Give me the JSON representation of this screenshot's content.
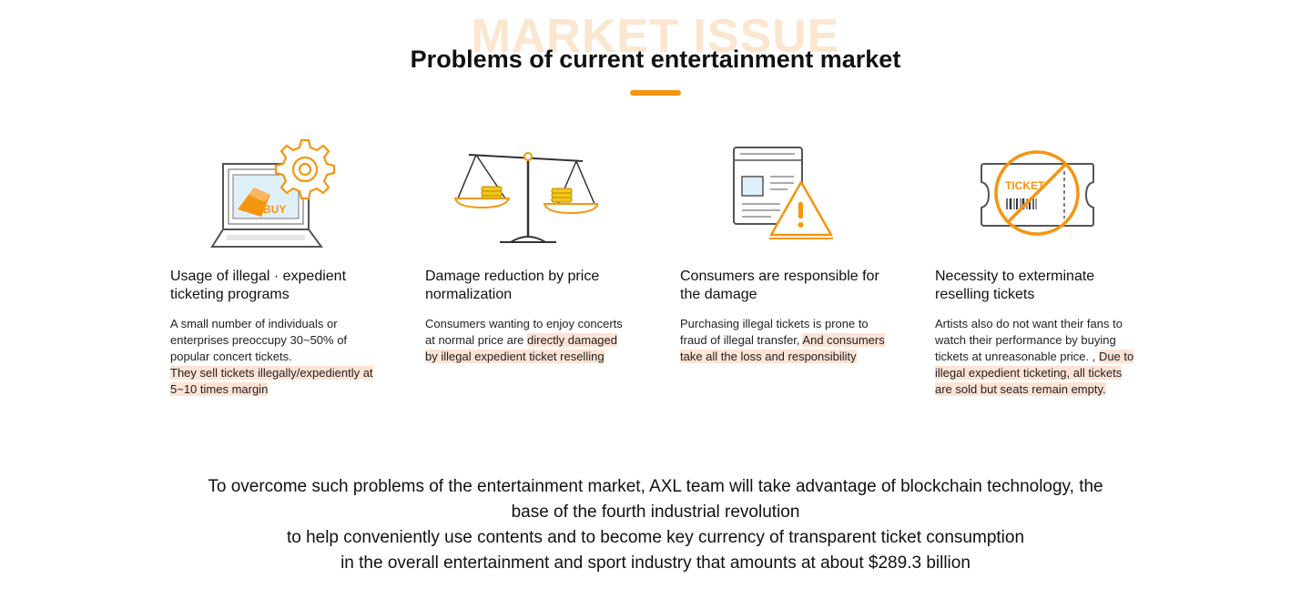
{
  "section": {
    "bg_title": "MARKET ISSUE",
    "title": "Problems of current entertainment market"
  },
  "colors": {
    "accent": "#f5950e",
    "highlight": "#fde3d4",
    "icon_gray": "#555555"
  },
  "cards": [
    {
      "icon": "laptop-gear-ticket-icon",
      "icon_text": "BUY",
      "title_line1": "Usage of illegal · expedient",
      "title_line2": "ticketing programs",
      "text": "A small number of individuals or enterprises preoccupy 30~50% of popular concert tickets.",
      "highlight": "They sell tickets illegally/expediently at 5~10 times margin"
    },
    {
      "icon": "balance-scale-icon",
      "title_line1": "Damage reduction by price",
      "title_line2": "normalization",
      "text": "Consumers wanting to enjoy concerts at normal price are ",
      "highlight": "directly damaged by illegal expedient ticket reselling"
    },
    {
      "icon": "document-warning-icon",
      "title_line1": "Consumers are responsible for",
      "title_line2": "the damage",
      "text": "Purchasing illegal tickets is prone to fraud of illegal transfer, ",
      "highlight": "And consumers take all the loss and responsibility"
    },
    {
      "icon": "no-ticket-icon",
      "icon_text": "TICKET",
      "title_line1": "Necessity to exterminate",
      "title_line2": "reselling tickets",
      "text": "Artists also do not want their fans to watch their performance by buying tickets at unreasonable price. , ",
      "highlight": "Due to illegal expedient ticketing, all tickets are sold but seats remain empty."
    }
  ],
  "summary": {
    "line1": "To overcome such problems of the entertainment market, AXL team will take advantage of blockchain technology, the",
    "line2": "base of the fourth industrial revolution",
    "line3": "to help conveniently use contents and to become key currency of transparent ticket consumption",
    "line4": "in the overall entertainment and sport industry that amounts at about $289.3 billion"
  }
}
